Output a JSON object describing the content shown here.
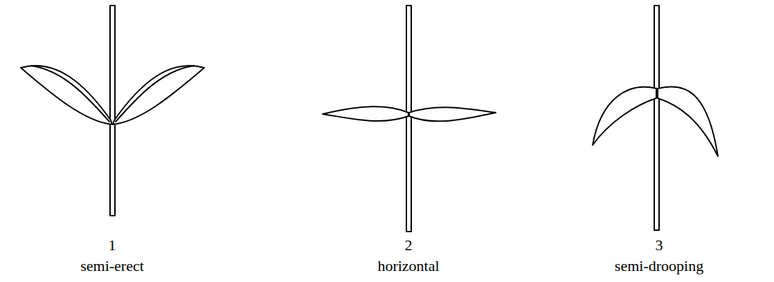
{
  "diagram": {
    "labels": [
      "1",
      "semi-erect",
      "2",
      "horizontal",
      "3",
      "semi-drooping"
    ]
  }
}
